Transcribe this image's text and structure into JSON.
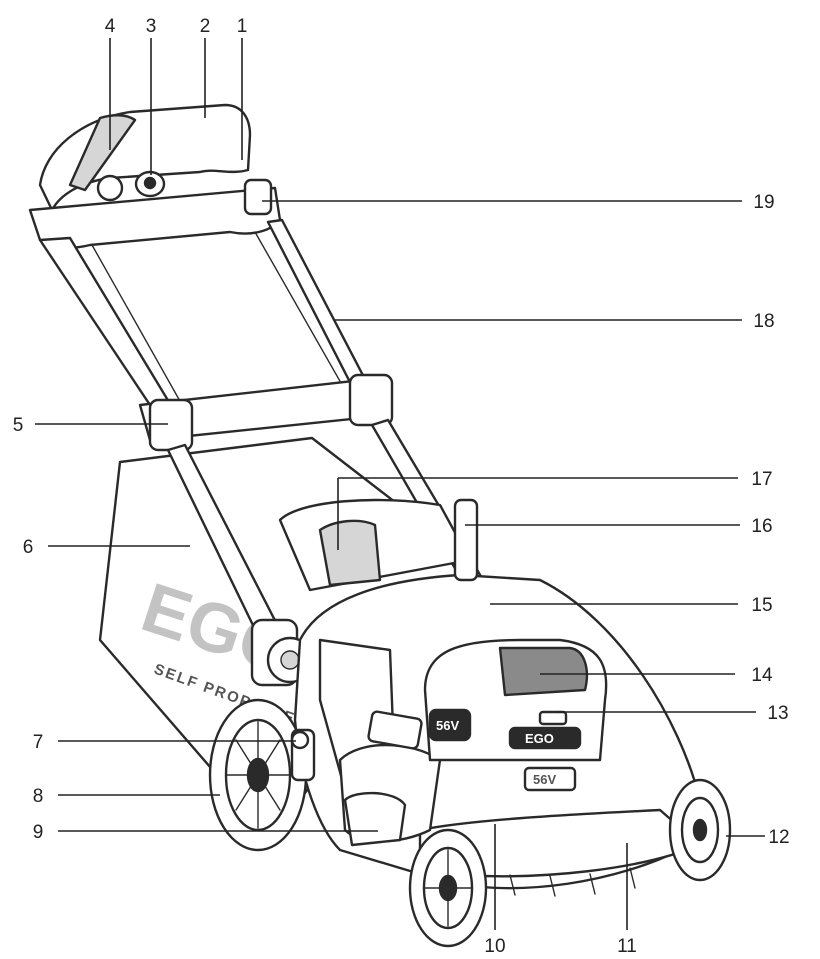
{
  "callouts": [
    {
      "id": "1",
      "label": "1"
    },
    {
      "id": "2",
      "label": "2"
    },
    {
      "id": "3",
      "label": "3"
    },
    {
      "id": "4",
      "label": "4"
    },
    {
      "id": "5",
      "label": "5"
    },
    {
      "id": "6",
      "label": "6"
    },
    {
      "id": "7",
      "label": "7"
    },
    {
      "id": "8",
      "label": "8"
    },
    {
      "id": "9",
      "label": "9"
    },
    {
      "id": "10",
      "label": "10"
    },
    {
      "id": "11",
      "label": "11"
    },
    {
      "id": "12",
      "label": "12"
    },
    {
      "id": "13",
      "label": "13"
    },
    {
      "id": "14",
      "label": "14"
    },
    {
      "id": "15",
      "label": "15"
    },
    {
      "id": "16",
      "label": "16"
    },
    {
      "id": "17",
      "label": "17"
    },
    {
      "id": "18",
      "label": "18"
    },
    {
      "id": "19",
      "label": "19"
    }
  ],
  "markings": {
    "bag_logo": "EGO",
    "bag_text": "SELF PROPELLED",
    "battery_voltage": "56V",
    "battery_brand": "EGO",
    "deck_badge": "56V"
  }
}
